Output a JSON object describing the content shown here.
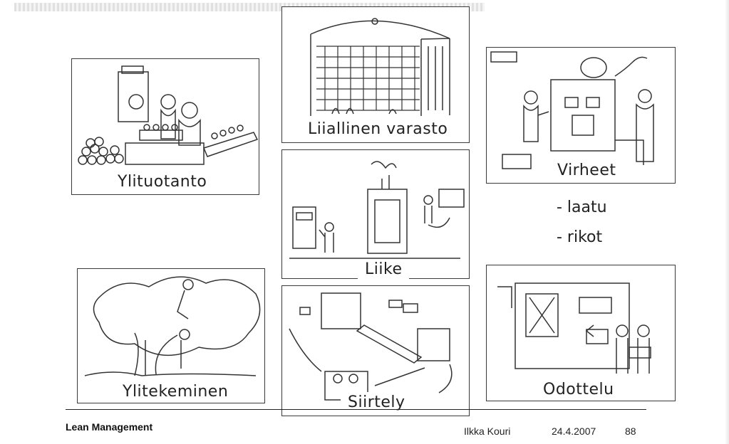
{
  "panels": {
    "overproduction": {
      "caption": "Ylituotanto"
    },
    "inventory": {
      "caption": "Liiallinen varasto"
    },
    "defects": {
      "caption": "Virheet",
      "subitems": [
        "- laatu",
        "- rikot"
      ]
    },
    "motion": {
      "caption": "Liike"
    },
    "overprocessing": {
      "caption": "Ylitekeminen"
    },
    "transport": {
      "caption": "Siirtely"
    },
    "waiting": {
      "caption": "Odottelu"
    }
  },
  "footer": {
    "title": "Lean Management",
    "author": "Ilkka Kouri",
    "date": "24.4.2007",
    "page": "88"
  }
}
